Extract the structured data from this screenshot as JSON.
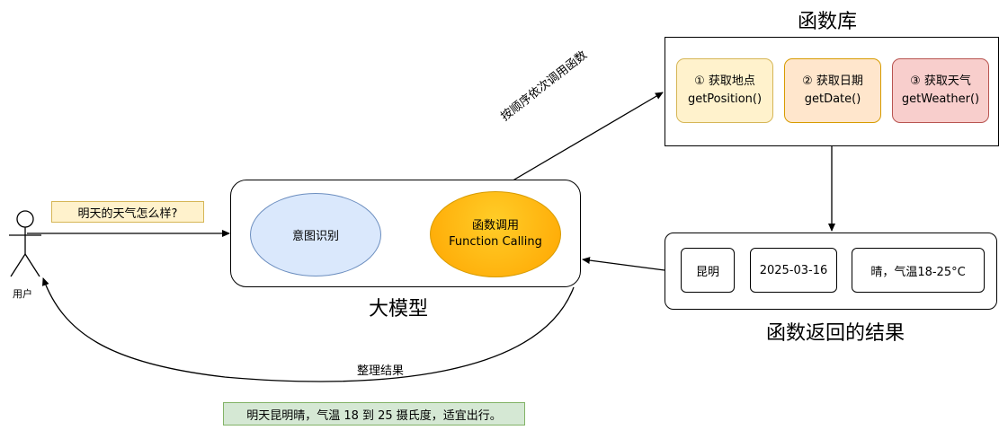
{
  "user": {
    "label": "用户"
  },
  "question_note": "明天的天气怎么样?",
  "llm": {
    "title": "大模型",
    "intent": "意图识别",
    "call_line1": "函数调用",
    "call_line2": "Function Calling"
  },
  "function_library": {
    "title": "函数库",
    "functions": [
      {
        "label": "① 获取地点",
        "code": "getPosition()",
        "color": "#fff2cc"
      },
      {
        "label": "② 获取日期",
        "code": "getDate()",
        "color": "#ffe6cc"
      },
      {
        "label": "③ 获取天气",
        "code": "getWeather()",
        "color": "#f8cecc"
      }
    ]
  },
  "results": {
    "title": "函数返回的结果",
    "items": [
      "昆明",
      "2025-03-16",
      "晴，气温18-25°C"
    ]
  },
  "edges": {
    "call_in_order": "按顺序依次调用函数",
    "organize_result": "整理结果"
  },
  "answer_note": "明天昆明晴，气温 18 到 25 摄氏度，适宜出行。"
}
